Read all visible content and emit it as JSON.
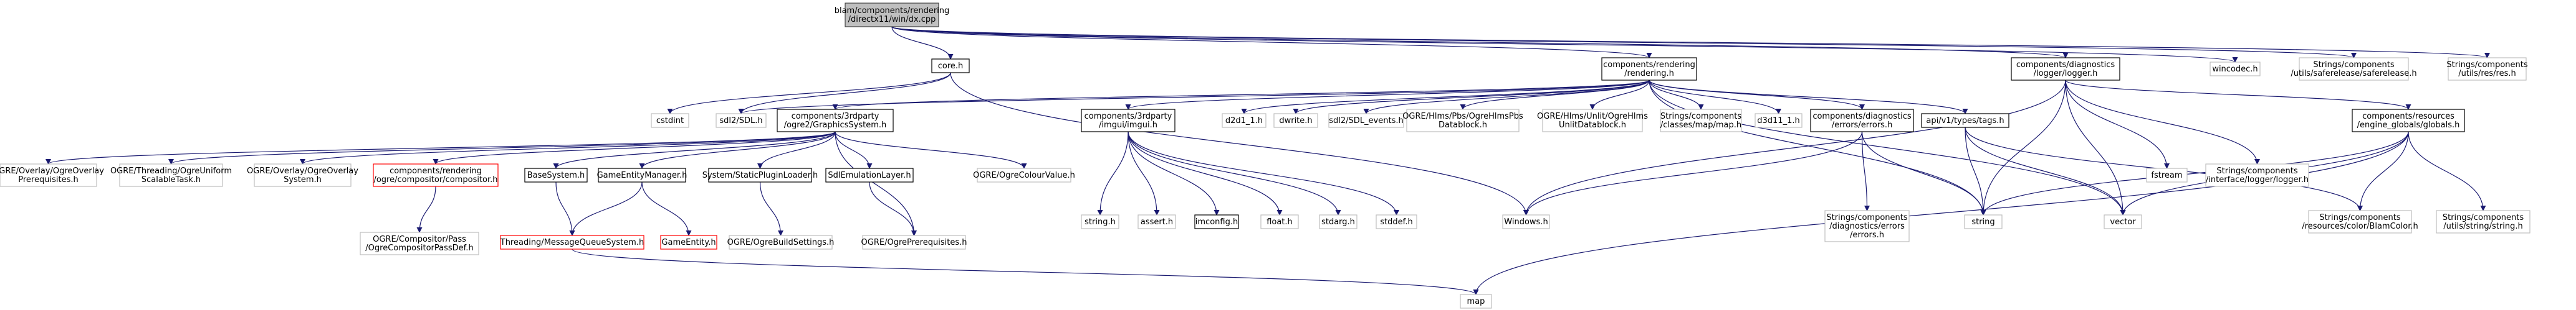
{
  "colors": {
    "edge": "#191970",
    "border_default": "#000000",
    "border_missing": "#bfbfbf",
    "border_red": "#ff0000",
    "border_root": "#404040",
    "fill_root": "#bfbfbf",
    "fill_default": "#ffffff",
    "text_default": "#000000",
    "text_missing": "#000000"
  },
  "graph": {
    "nodes": [
      {
        "id": "root",
        "lines": [
          "blam/components/rendering",
          "/directx11/win/dx.cpp"
        ],
        "style": "root"
      },
      {
        "id": "core",
        "lines": [
          "core.h"
        ],
        "style": "default"
      },
      {
        "id": "cstdint",
        "lines": [
          "cstdint"
        ],
        "style": "missing"
      },
      {
        "id": "sdl2sdl",
        "lines": [
          "sdl2/SDL.h"
        ],
        "style": "missing"
      },
      {
        "id": "rendering",
        "lines": [
          "components/rendering",
          "/rendering.h"
        ],
        "style": "default"
      },
      {
        "id": "ogre2gs",
        "lines": [
          "components/3rdparty",
          "/ogre2/GraphicsSystem.h"
        ],
        "style": "default"
      },
      {
        "id": "imgui",
        "lines": [
          "components/3rdparty",
          "/imgui/imgui.h"
        ],
        "style": "default"
      },
      {
        "id": "d2d1",
        "lines": [
          "d2d1_1.h"
        ],
        "style": "missing"
      },
      {
        "id": "dwrite",
        "lines": [
          "dwrite.h"
        ],
        "style": "missing"
      },
      {
        "id": "sdlevents",
        "lines": [
          "sdl2/SDL_events.h"
        ],
        "style": "missing"
      },
      {
        "id": "hlmspbs",
        "lines": [
          "OGRE/Hlms/Pbs/OgreHlmsPbs",
          "Datablock.h"
        ],
        "style": "missing"
      },
      {
        "id": "hlmsunlit",
        "lines": [
          "OGRE/Hlms/Unlit/OgreHlms",
          "UnlitDatablock.h"
        ],
        "style": "missing"
      },
      {
        "id": "strmap",
        "lines": [
          "Strings/components",
          "/classes/map/map.h"
        ],
        "style": "missing"
      },
      {
        "id": "d3d11",
        "lines": [
          "d3d11_1.h"
        ],
        "style": "missing"
      },
      {
        "id": "errors",
        "lines": [
          "components/diagnostics",
          "/errors/errors.h"
        ],
        "style": "default"
      },
      {
        "id": "apitags",
        "lines": [
          "api/v1/types/tags.h"
        ],
        "style": "default"
      },
      {
        "id": "logger",
        "lines": [
          "components/diagnostics",
          "/logger/logger.h"
        ],
        "style": "default"
      },
      {
        "id": "wincodec",
        "lines": [
          "wincodec.h"
        ],
        "style": "missing"
      },
      {
        "id": "saferelease",
        "lines": [
          "Strings/components",
          "/utils/saferelease/saferelease.h"
        ],
        "style": "missing"
      },
      {
        "id": "res",
        "lines": [
          "Strings/components",
          "/utils/res/res.h"
        ],
        "style": "missing"
      },
      {
        "id": "ovprereq",
        "lines": [
          "OGRE/Overlay/OgreOverlay",
          "Prerequisites.h"
        ],
        "style": "missing"
      },
      {
        "id": "thrtask",
        "lines": [
          "OGRE/Threading/OgreUniform",
          "ScalableTask.h"
        ],
        "style": "missing"
      },
      {
        "id": "ovsys",
        "lines": [
          "OGRE/Overlay/OgreOverlay",
          "System.h"
        ],
        "style": "missing"
      },
      {
        "id": "compositor",
        "lines": [
          "components/rendering",
          "/ogre/compositor/compositor.h"
        ],
        "style": "red"
      },
      {
        "id": "basesystem",
        "lines": [
          "BaseSystem.h"
        ],
        "style": "default"
      },
      {
        "id": "gem",
        "lines": [
          "GameEntityManager.h"
        ],
        "style": "default"
      },
      {
        "id": "sspl",
        "lines": [
          "System/StaticPluginLoader.h"
        ],
        "style": "default"
      },
      {
        "id": "sdlemul",
        "lines": [
          "SdlEmulationLayer.h"
        ],
        "style": "default"
      },
      {
        "id": "colourvalue",
        "lines": [
          "OGRE/OgreColourValue.h"
        ],
        "style": "missing"
      },
      {
        "id": "stringh",
        "lines": [
          "string.h"
        ],
        "style": "missing"
      },
      {
        "id": "asserth",
        "lines": [
          "assert.h"
        ],
        "style": "missing"
      },
      {
        "id": "imconfig",
        "lines": [
          "imconfig.h"
        ],
        "style": "default"
      },
      {
        "id": "floath",
        "lines": [
          "float.h"
        ],
        "style": "missing"
      },
      {
        "id": "stdargh",
        "lines": [
          "stdarg.h"
        ],
        "style": "missing"
      },
      {
        "id": "stddefh",
        "lines": [
          "stddef.h"
        ],
        "style": "missing"
      },
      {
        "id": "windowsh",
        "lines": [
          "Windows.h"
        ],
        "style": "missing"
      },
      {
        "id": "strerrors",
        "lines": [
          "Strings/components",
          "/diagnostics/errors",
          "/errors.h"
        ],
        "style": "missing"
      },
      {
        "id": "string",
        "lines": [
          "string"
        ],
        "style": "missing"
      },
      {
        "id": "vector",
        "lines": [
          "vector"
        ],
        "style": "missing"
      },
      {
        "id": "fstream",
        "lines": [
          "fstream"
        ],
        "style": "missing"
      },
      {
        "id": "strlogger",
        "lines": [
          "Strings/components",
          "/interface/logger/logger.h"
        ],
        "style": "missing"
      },
      {
        "id": "globals",
        "lines": [
          "components/resources",
          "/engine_globals/globals.h"
        ],
        "style": "default"
      },
      {
        "id": "blamcolor",
        "lines": [
          "Strings/components",
          "/resources/color/BlamColor.h"
        ],
        "style": "missing"
      },
      {
        "id": "strstring",
        "lines": [
          "Strings/components",
          "/utils/string/string.h"
        ],
        "style": "missing"
      },
      {
        "id": "comppass",
        "lines": [
          "OGRE/Compositor/Pass",
          "/OgreCompositorPassDef.h"
        ],
        "style": "missing"
      },
      {
        "id": "mqs",
        "lines": [
          "Threading/MessageQueueSystem.h"
        ],
        "style": "red"
      },
      {
        "id": "gameentity",
        "lines": [
          "GameEntity.h"
        ],
        "style": "red"
      },
      {
        "id": "buildsettings",
        "lines": [
          "OGRE/OgreBuildSettings.h"
        ],
        "style": "missing"
      },
      {
        "id": "ogreprereq",
        "lines": [
          "OGRE/OgrePrerequisites.h"
        ],
        "style": "missing"
      },
      {
        "id": "map",
        "lines": [
          "map"
        ],
        "style": "missing"
      }
    ],
    "edges": [
      [
        "root",
        "core"
      ],
      [
        "root",
        "rendering"
      ],
      [
        "root",
        "logger"
      ],
      [
        "root",
        "wincodec"
      ],
      [
        "root",
        "saferelease"
      ],
      [
        "root",
        "res"
      ],
      [
        "core",
        "cstdint"
      ],
      [
        "core",
        "sdl2sdl"
      ],
      [
        "core",
        "windowsh"
      ],
      [
        "rendering",
        "sdl2sdl"
      ],
      [
        "rendering",
        "ogre2gs"
      ],
      [
        "rendering",
        "imgui"
      ],
      [
        "rendering",
        "d2d1"
      ],
      [
        "rendering",
        "dwrite"
      ],
      [
        "rendering",
        "sdlevents"
      ],
      [
        "rendering",
        "hlmspbs"
      ],
      [
        "rendering",
        "hlmsunlit"
      ],
      [
        "rendering",
        "strmap"
      ],
      [
        "rendering",
        "d3d11"
      ],
      [
        "rendering",
        "errors"
      ],
      [
        "rendering",
        "apitags"
      ],
      [
        "rendering",
        "string"
      ],
      [
        "rendering",
        "vector"
      ],
      [
        "ogre2gs",
        "ovprereq"
      ],
      [
        "ogre2gs",
        "thrtask"
      ],
      [
        "ogre2gs",
        "ovsys"
      ],
      [
        "ogre2gs",
        "compositor"
      ],
      [
        "ogre2gs",
        "basesystem"
      ],
      [
        "ogre2gs",
        "gem"
      ],
      [
        "ogre2gs",
        "sspl"
      ],
      [
        "ogre2gs",
        "sdlemul"
      ],
      [
        "ogre2gs",
        "colourvalue"
      ],
      [
        "ogre2gs",
        "ogreprereq"
      ],
      [
        "compositor",
        "comppass"
      ],
      [
        "basesystem",
        "mqs"
      ],
      [
        "gem",
        "mqs"
      ],
      [
        "gem",
        "gameentity"
      ],
      [
        "sspl",
        "buildsettings"
      ],
      [
        "sdlemul",
        "ogreprereq"
      ],
      [
        "mqs",
        "map"
      ],
      [
        "imgui",
        "stringh"
      ],
      [
        "imgui",
        "asserth"
      ],
      [
        "imgui",
        "imconfig"
      ],
      [
        "imgui",
        "floath"
      ],
      [
        "imgui",
        "stdargh"
      ],
      [
        "imgui",
        "stddefh"
      ],
      [
        "errors",
        "windowsh"
      ],
      [
        "errors",
        "strerrors"
      ],
      [
        "errors",
        "string"
      ],
      [
        "apitags",
        "string"
      ],
      [
        "apitags",
        "vector"
      ],
      [
        "apitags",
        "blamcolor"
      ],
      [
        "logger",
        "windowsh"
      ],
      [
        "logger",
        "fstream"
      ],
      [
        "logger",
        "strlogger"
      ],
      [
        "logger",
        "globals"
      ],
      [
        "logger",
        "string"
      ],
      [
        "logger",
        "vector"
      ],
      [
        "globals",
        "map"
      ],
      [
        "globals",
        "string"
      ],
      [
        "globals",
        "vector"
      ],
      [
        "globals",
        "blamcolor"
      ],
      [
        "globals",
        "strstring"
      ]
    ]
  }
}
